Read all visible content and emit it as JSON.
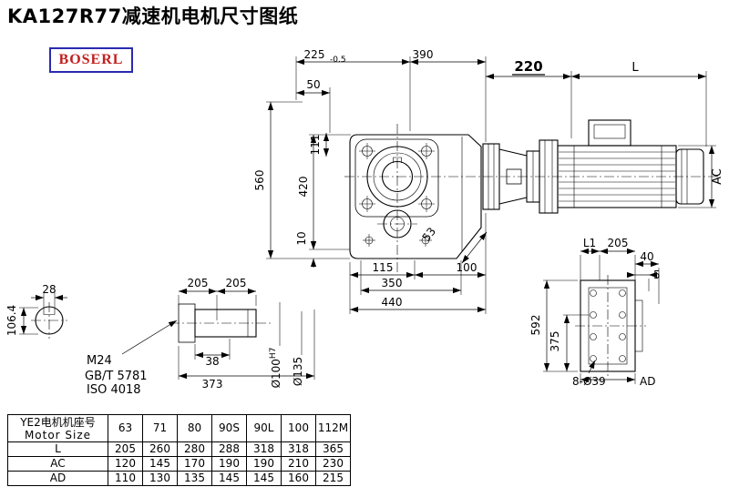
{
  "page": {
    "title": "KA127R77减速机电机尺寸图纸",
    "brand": "BOSERL"
  },
  "dims": {
    "w225": "225",
    "w225_tol": "-0.5",
    "w390": "390",
    "w220": "220",
    "motor_len": "L",
    "d50": "50",
    "d111": "111",
    "h560": "560",
    "h420": "420",
    "h10": "10",
    "d115": "115",
    "d53": "53",
    "d100": "100",
    "d350": "350",
    "d440": "440",
    "motor_ac": "AC",
    "key_w28": "28",
    "bore_key": "106.4",
    "shaft_205a": "205",
    "shaft_205b": "205",
    "thread_m24": "M24",
    "std_gb": "GB/T 5781",
    "std_iso": "ISO 4018",
    "d38": "38",
    "d373": "373",
    "bore_dia": "Ø100",
    "bore_fit": "H7",
    "hub_dia": "Ø135",
    "flange_l1": "L1",
    "flange_205": "205",
    "d40": "40",
    "d5": "5",
    "h592": "592",
    "h375": "375",
    "holes_8": "8-Ø39",
    "motor_ad": "AD"
  },
  "table": {
    "header_cn": "YE2电机机座号",
    "header_en": "Motor Size",
    "sizes": [
      "63",
      "71",
      "80",
      "90S",
      "90L",
      "100",
      "112M"
    ],
    "rows": [
      {
        "label": "L",
        "values": [
          "205",
          "260",
          "280",
          "288",
          "318",
          "318",
          "365"
        ]
      },
      {
        "label": "AC",
        "values": [
          "120",
          "145",
          "170",
          "190",
          "190",
          "210",
          "230"
        ]
      },
      {
        "label": "AD",
        "values": [
          "110",
          "130",
          "135",
          "145",
          "145",
          "160",
          "215"
        ]
      }
    ]
  }
}
